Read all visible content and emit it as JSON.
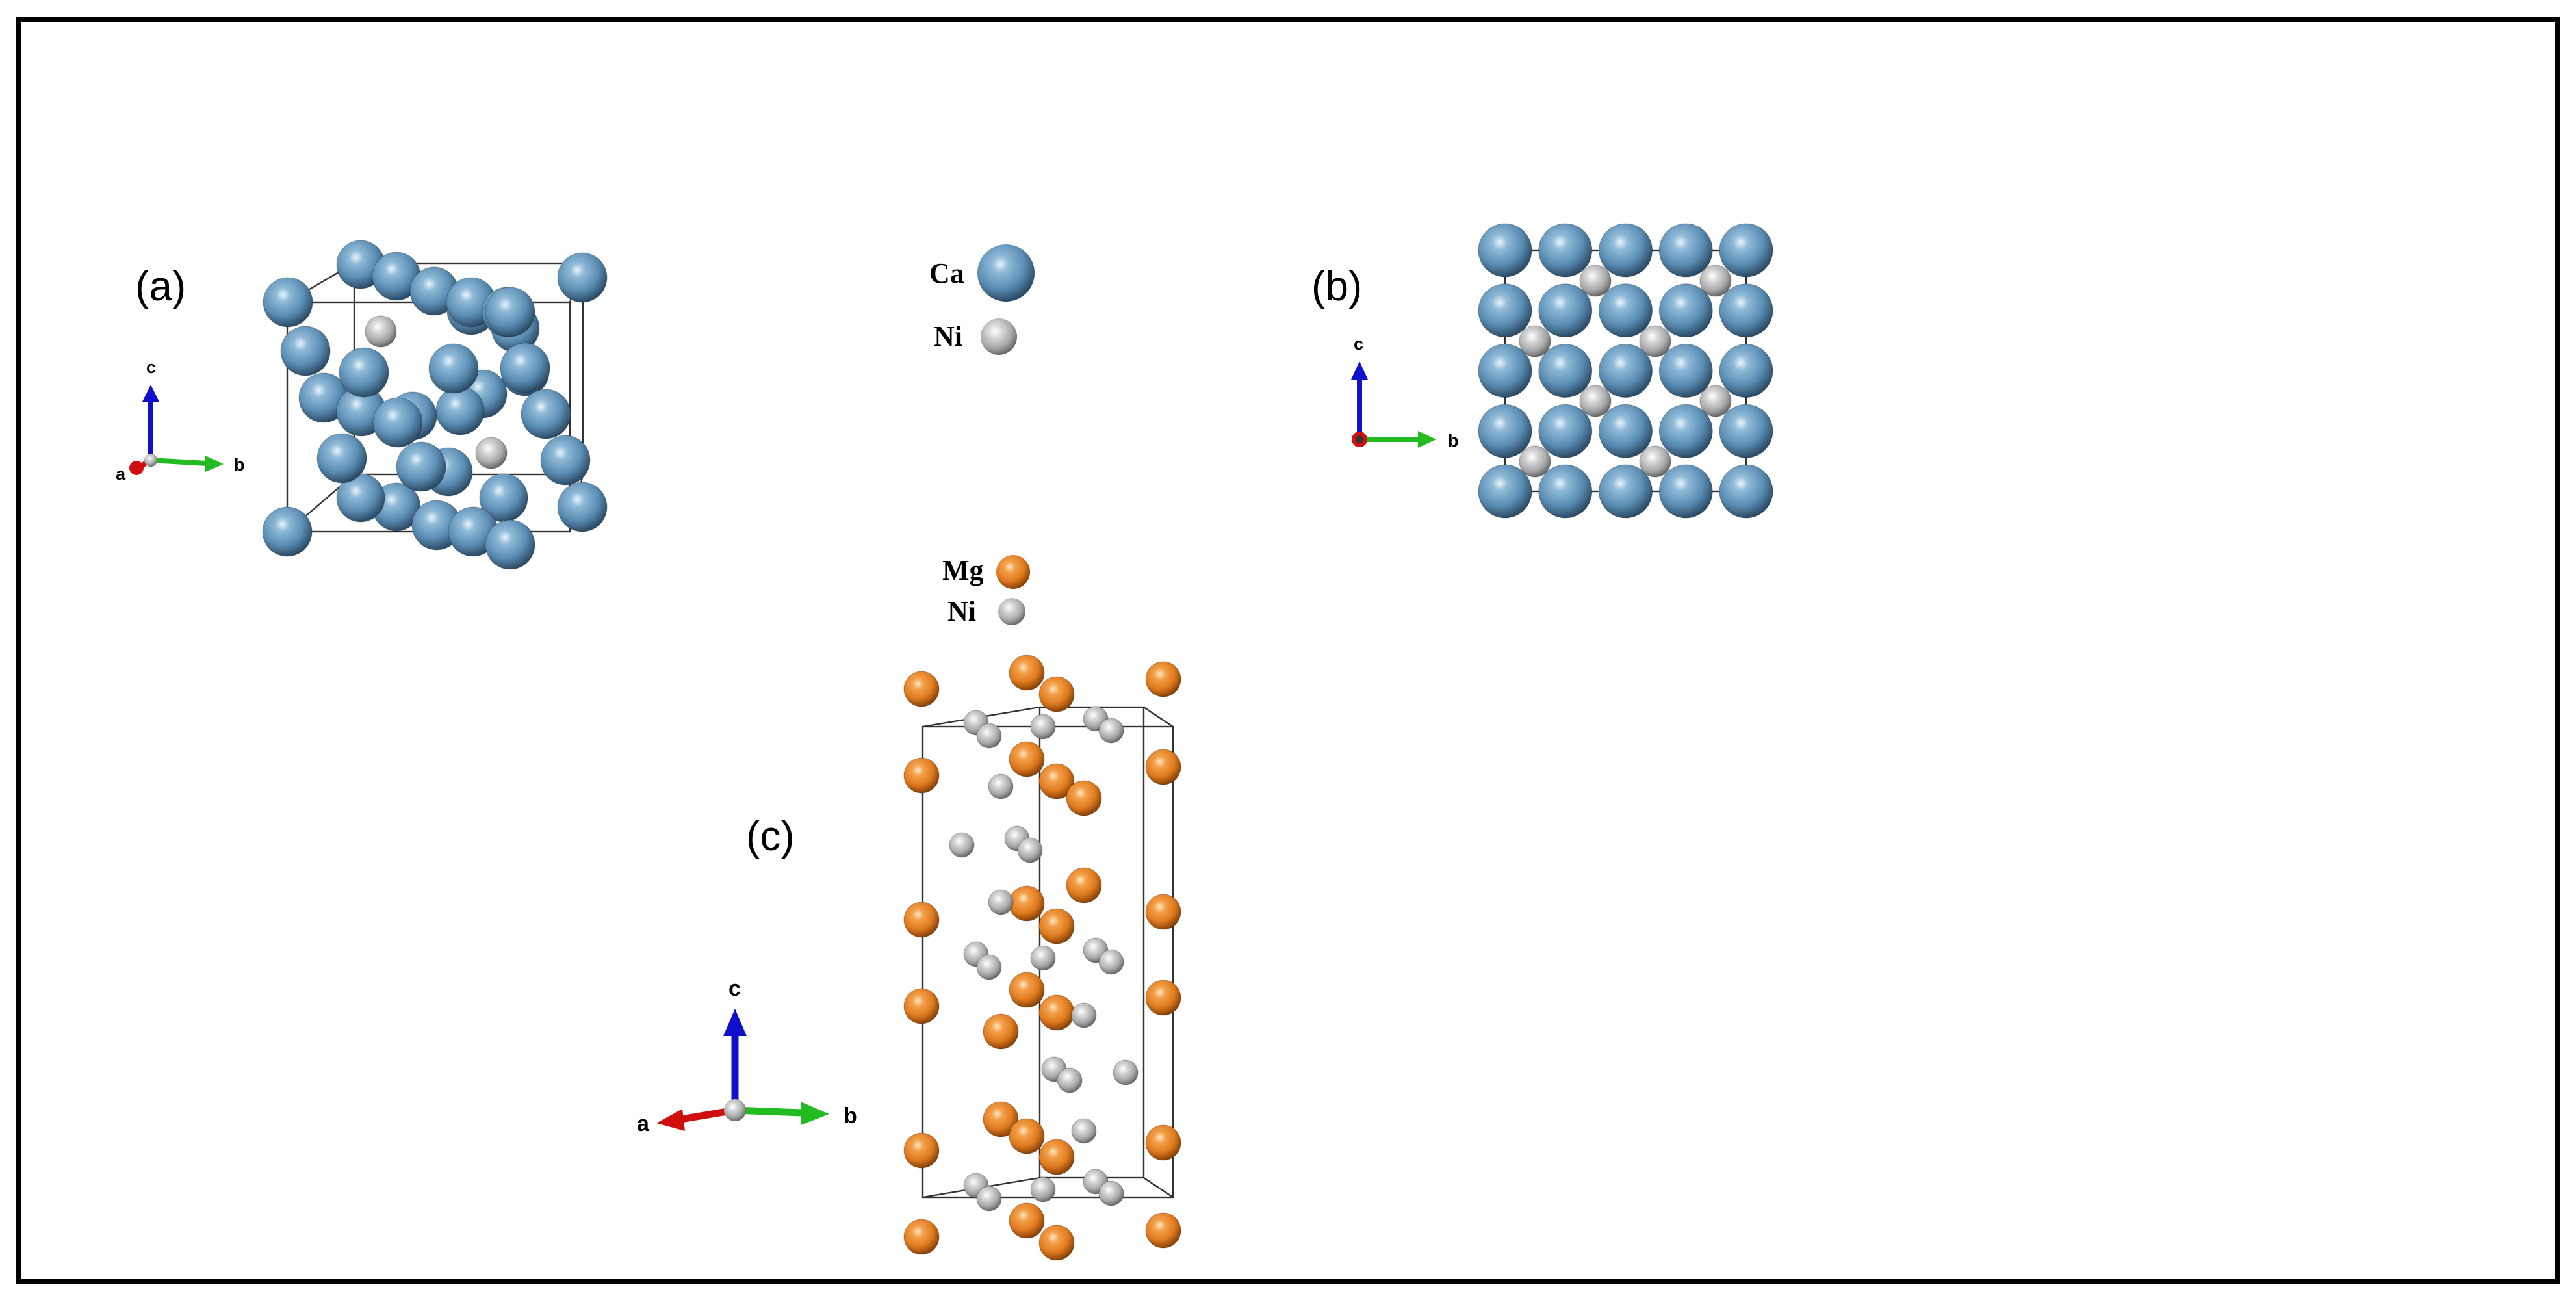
{
  "panels": {
    "a": {
      "label": "(a)"
    },
    "b": {
      "label": "(b)"
    },
    "c": {
      "label": "(c)"
    }
  },
  "legend_top": [
    {
      "symbol": "Ca",
      "color": "#5b8db3"
    },
    {
      "symbol": "Ni",
      "color": "#a8a8a8"
    }
  ],
  "legend_bottom": [
    {
      "symbol": "Mg",
      "color": "#e07b1f"
    },
    {
      "symbol": "Ni",
      "color": "#a8a8a8"
    }
  ],
  "axes": {
    "a": "a",
    "b": "b",
    "c": "c"
  },
  "colors": {
    "ca": "#5b8db3",
    "mg": "#e07b1f",
    "ni": "#a8a8a8",
    "axis_a": "#d01010",
    "axis_b": "#22bb22",
    "axis_c": "#1010cc",
    "frame": "#000000"
  }
}
